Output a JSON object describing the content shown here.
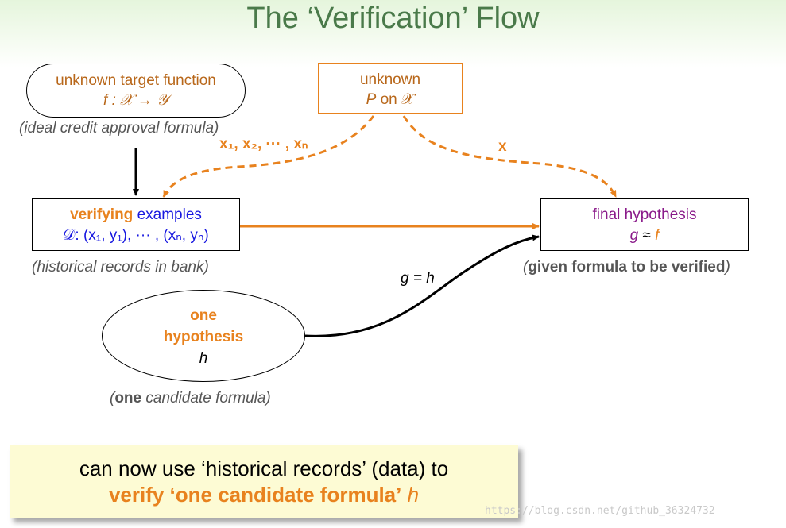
{
  "title": "The ‘Verification’ Flow",
  "target_function": {
    "line1": "unknown target function",
    "line2": "f : 𝒳 → 𝒴",
    "caption": "(ideal credit approval formula)"
  },
  "distribution": {
    "line1": "unknown",
    "line2_var": "P",
    "line2_rest": " on 𝒳"
  },
  "verifying_examples": {
    "keyword": "verifying",
    "word": " examples",
    "dataset": "𝒟: (x₁, y₁), ··· , (xₙ, yₙ)",
    "caption": "(historical records in bank)"
  },
  "final_hypothesis": {
    "line1": "final hypothesis",
    "g": "g",
    "approx": " ≈ ",
    "f": "f",
    "caption_open": "(",
    "caption_bold": "given formula to be verified",
    "caption_close": ")"
  },
  "one_hypothesis": {
    "line1": "one",
    "line2": "hypothesis",
    "line3": "h",
    "caption_open": "(",
    "caption_bold": "one",
    "caption_rest": " candidate formula)"
  },
  "edge_labels": {
    "samples": "x₁, x₂, ··· , xₙ",
    "x": "x",
    "g_eq_h": "g = h"
  },
  "callout": {
    "line1": "can now use ‘historical records’ (data) to",
    "line2_bold": "verify ‘one candidate formula’",
    "line2_var": " h"
  },
  "watermark": "https://blog.csdn.net/github_36324732",
  "colors": {
    "orange": "#e8821e",
    "title_green": "#4a7a4a",
    "blue": "#1818e0",
    "purple": "#8a1a8a",
    "callout_bg": "#fdfbd4"
  }
}
